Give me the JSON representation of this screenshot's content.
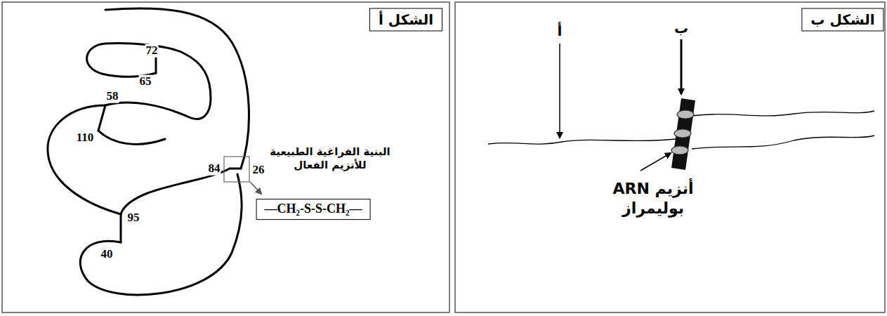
{
  "diagram": {
    "nodes": [
      {
        "text": [
          "الشكل أ"
        ]
      },
      {
        "text": [
          "—CH₂-S-S-CH₂—"
        ]
      },
      {
        "text": [
          "الشكل ب"
        ]
      }
    ],
    "labels": [
      "72",
      "65",
      "58",
      "110",
      "84",
      "26",
      "95",
      "40",
      "البنية الفراغية الطبيعية للأنزيم الفعال",
      "أ",
      "ب",
      "أنزيم ARN بوليمراز"
    ]
  }
}
